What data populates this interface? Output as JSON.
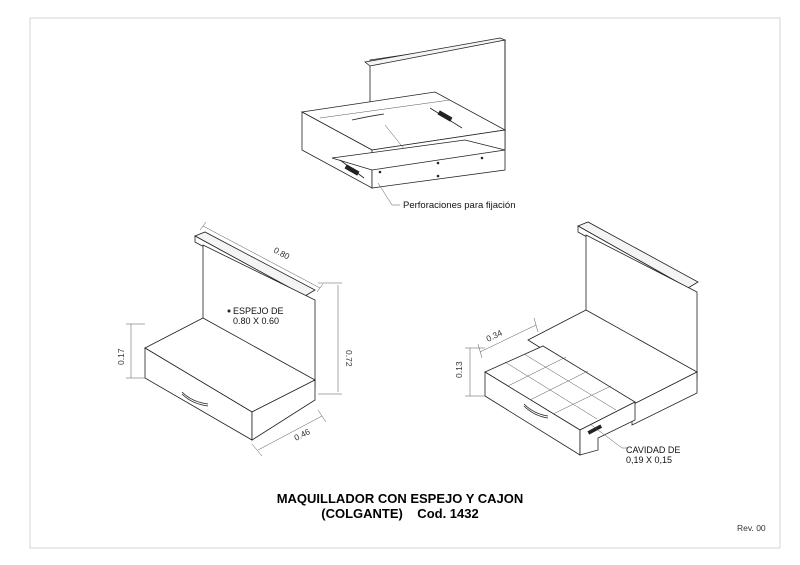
{
  "drawing": {
    "title_line1": "MAQUILLADOR CON ESPEJO Y CAJON",
    "title_line2": "(COLGANTE)    Cod. 1432",
    "revision": "Rev. 00"
  },
  "top_view": {
    "note": "Perforaciones para fijación"
  },
  "left_view": {
    "note_line1": "ESPEJO DE",
    "note_line2": "0.80 X 0.60",
    "dimensions": {
      "width": "0.80",
      "height": "0.72",
      "depth": "0.46",
      "drawer_height": "0.17"
    }
  },
  "right_view": {
    "note_line1": "CAVIDAD DE",
    "note_line2": "0,19 X 0,15",
    "dimensions": {
      "drawer_depth": "0.34",
      "drawer_height": "0.13"
    }
  }
}
